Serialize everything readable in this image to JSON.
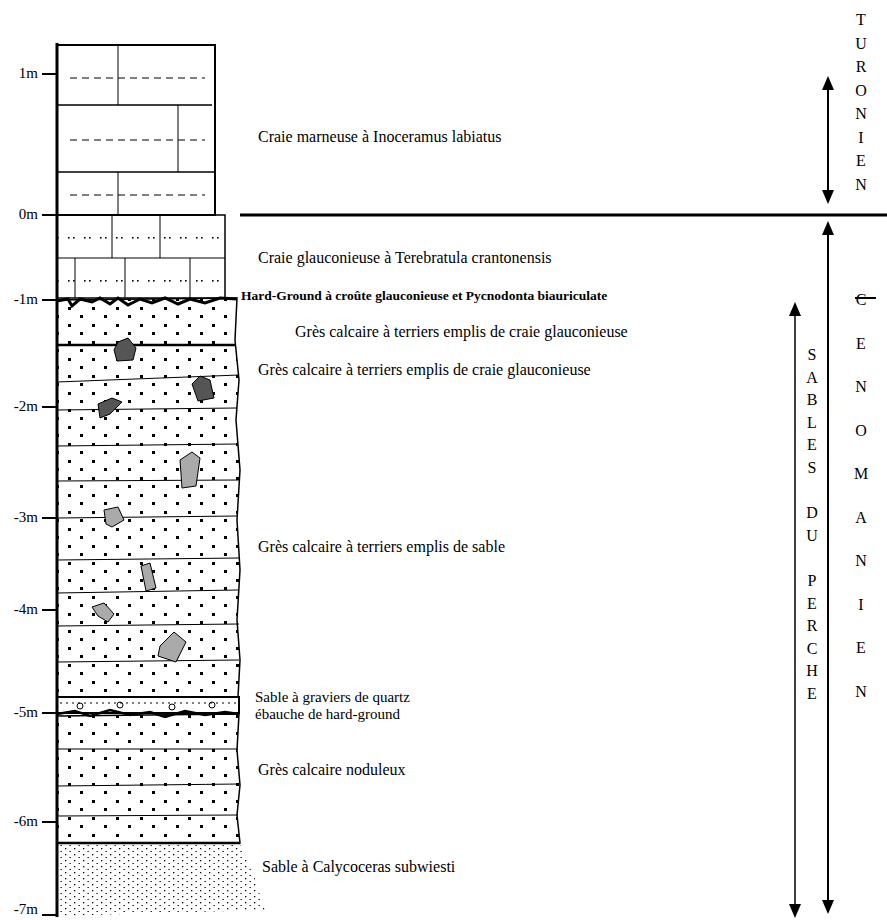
{
  "diagram": {
    "labels": [
      "1m",
      "0m",
      "-1m",
      "-2m",
      "-3m",
      "-4m",
      "-5m",
      "-6m",
      "-7m",
      "Craie marneuse à Inoceramus labiatus",
      "Craie glauconieuse à Terebratula crantonensis",
      "Hard-Ground à croûte glauconieuse et Pycnodonta biauriculate",
      "Grès calcaire à terriers emplis de craie glauconieuse",
      "Grès calcaire à terriers emplis de craie glauconieuse",
      "Grès calcaire à terriers emplis de sable",
      "Sable à graviers de quartz ébauche de hard-ground",
      "Grès calcaire noduleux",
      "Sable à Calycoceras subwiesti",
      "TURONIEN",
      "CENOMANIEN",
      "SABLES DU PERCHE"
    ]
  }
}
